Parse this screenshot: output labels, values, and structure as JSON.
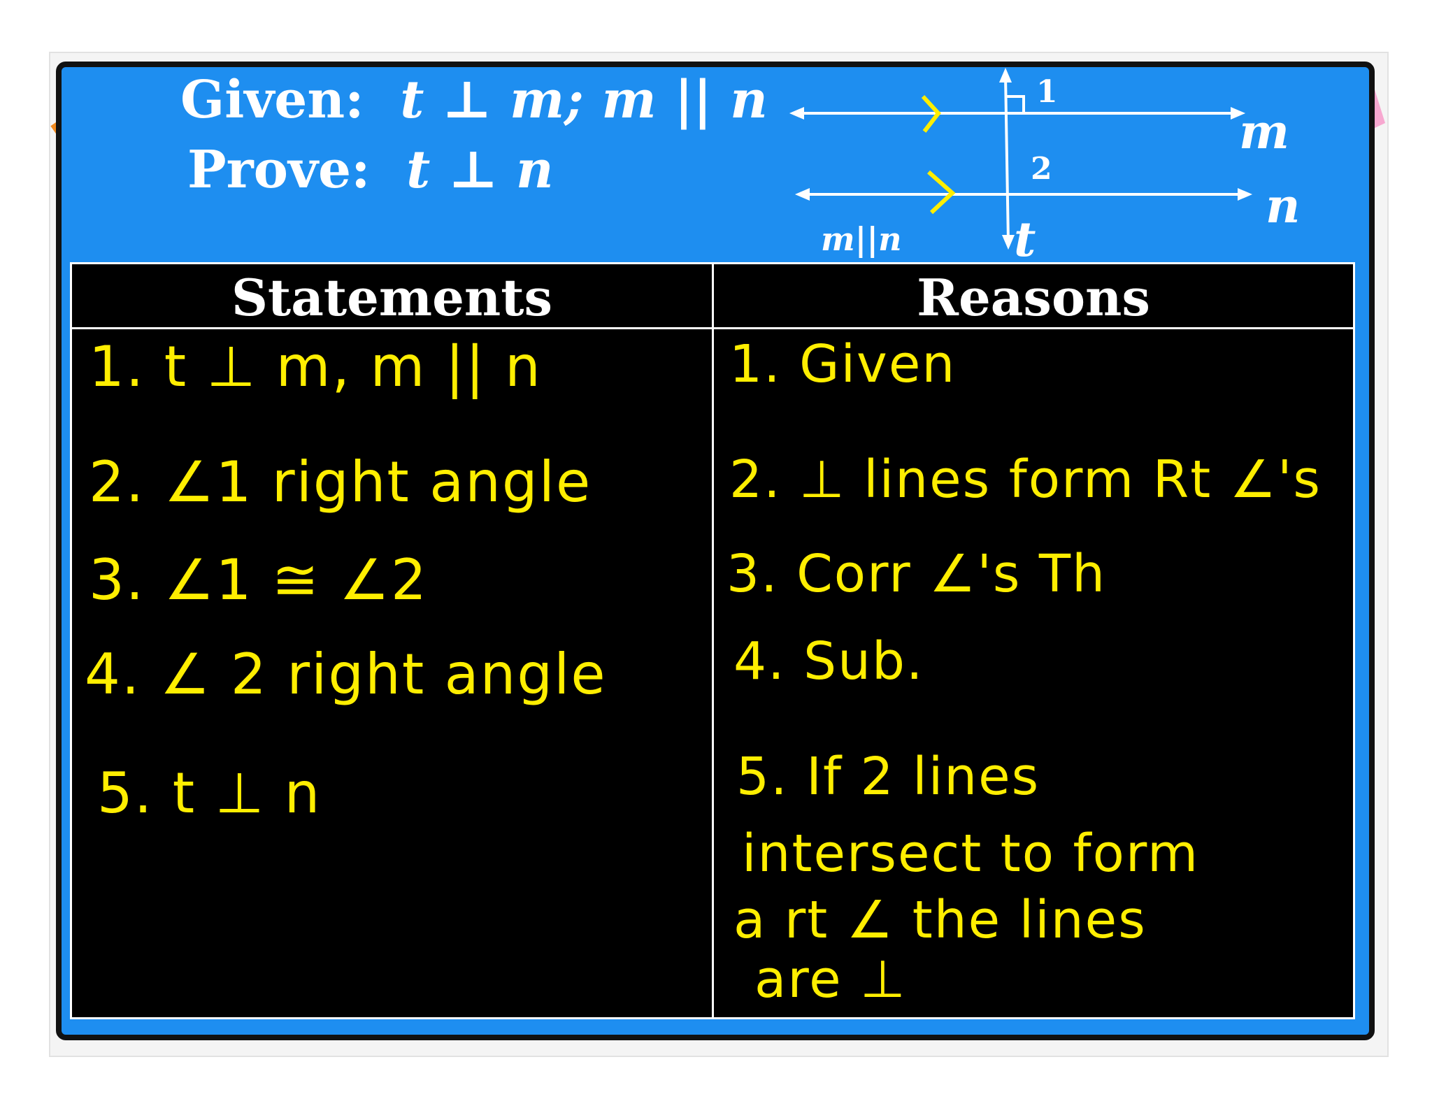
{
  "header": {
    "given_label": "Given:",
    "given_math": "t ⊥ m; m || n",
    "prove_label": "Prove:",
    "prove_math": "t ⊥ n"
  },
  "diagram": {
    "line_m": "m",
    "line_n": "n",
    "line_t": "t",
    "angle_1": "1",
    "angle_2": "2",
    "note": "m||n"
  },
  "table": {
    "statements_header": "Statements",
    "reasons_header": "Reasons",
    "statements": [
      "1. t ⊥ m, m || n",
      "2. ∠1 right angle",
      "3. ∠1 ≅ ∠2",
      "4. ∠ 2 right angle",
      "5. t ⊥ n"
    ],
    "reasons": [
      "1. Given",
      "2. ⊥ lines form Rt ∠'s",
      "3. Corr ∠'s Th",
      "4. Sub.",
      "5. If 2 lines",
      "intersect to form",
      "a rt ∠ the lines",
      "are ⊥"
    ]
  },
  "colors": {
    "board_blue": "#1e8ef0",
    "chalkboard": "#000000",
    "marker_yellow": "#ffee00",
    "text_white": "#ffffff"
  }
}
